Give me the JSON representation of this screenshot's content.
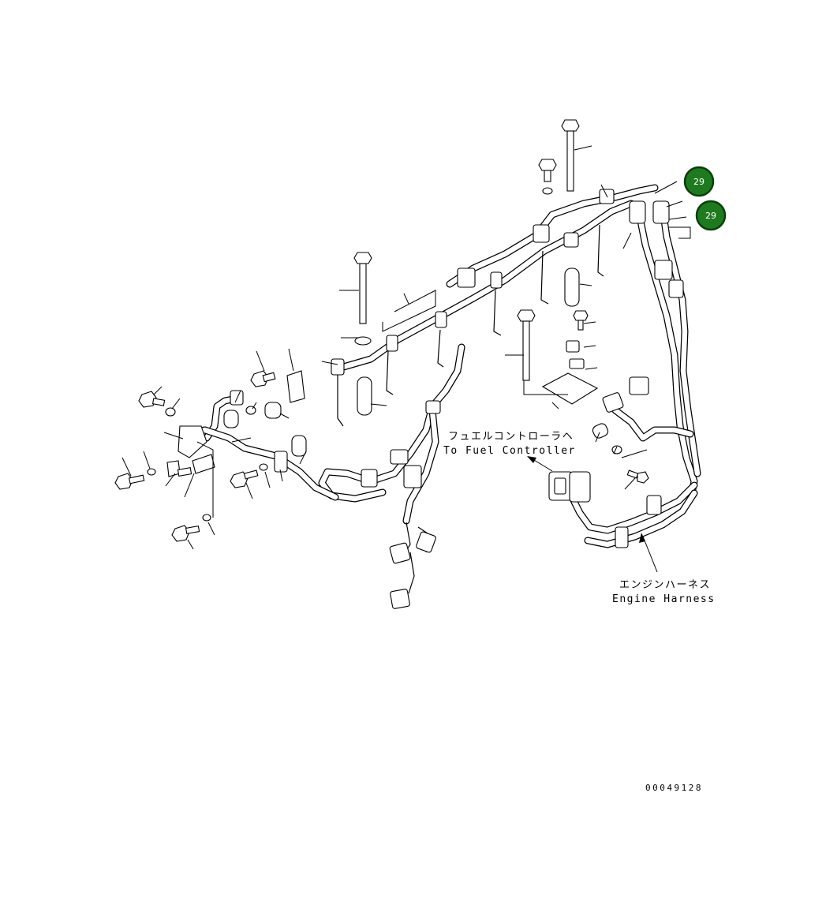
{
  "labels": {
    "fuel_controller_jp": "フュエルコントローラヘ",
    "fuel_controller_en": "To Fuel Controller",
    "engine_harness_jp": "エンジンハーネス",
    "engine_harness_en": "Engine Harness"
  },
  "badges": [
    {
      "text": "29",
      "color": "#1f7a1f"
    },
    {
      "text": "29",
      "color": "#1f7a1f"
    }
  ],
  "drawing_number": "00049128"
}
